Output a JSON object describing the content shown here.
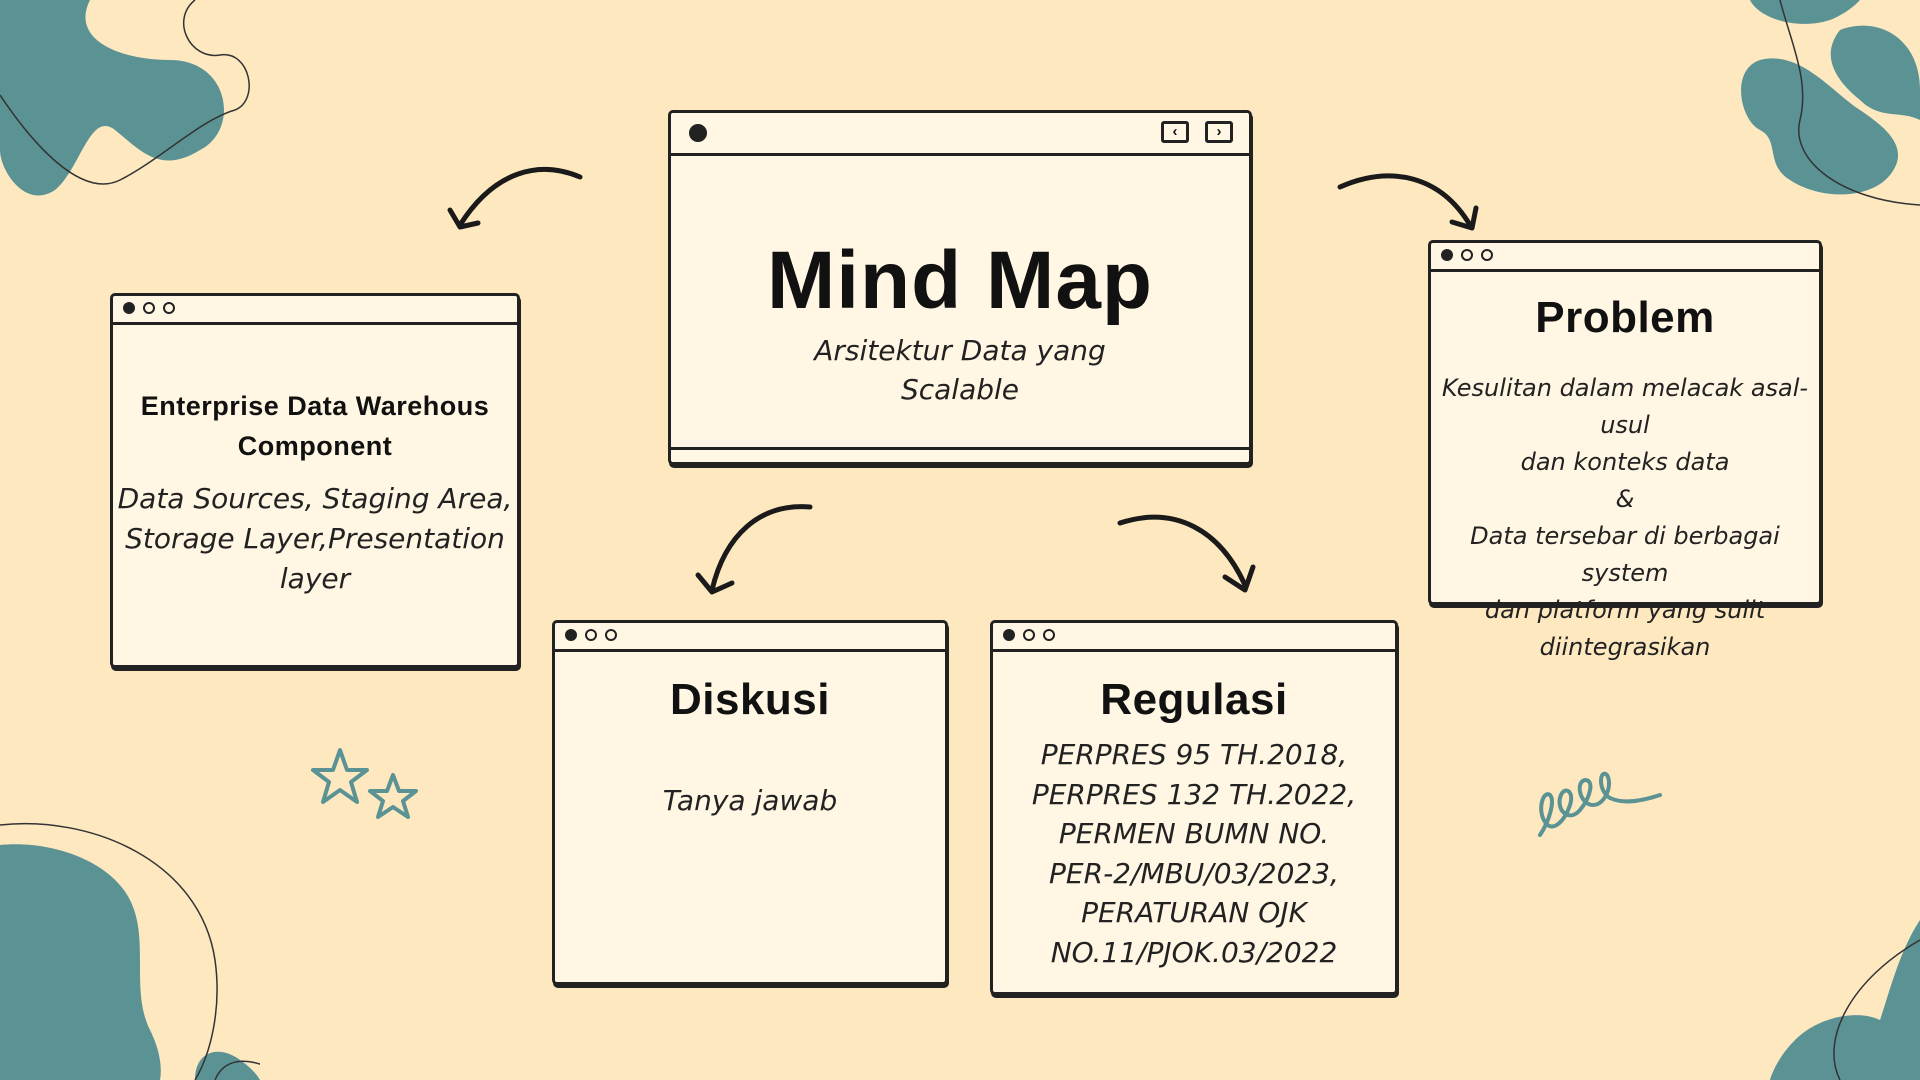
{
  "main": {
    "title": "Mind Map",
    "subtitle": "Arsitektur Data yang\nScalable",
    "nav_prev_icon": "‹",
    "nav_next_icon": "›"
  },
  "nodes": {
    "enterprise": {
      "title": "Enterprise Data Warehous\nComponent",
      "body": "Data Sources, Staging Area,\nStorage Layer,Presentation\nlayer"
    },
    "problem": {
      "title": "Problem",
      "body": "Kesulitan dalam melacak asal-usul\ndan konteks data\n&\nData tersebar di berbagai system\ndan platform yang sulit\ndiintegrasikan"
    },
    "diskusi": {
      "title": "Diskusi",
      "body": "Tanya jawab"
    },
    "regulasi": {
      "title": "Regulasi",
      "body": "PERPRES 95 TH.2018,\nPERPRES 132 TH.2022,\nPERMEN BUMN NO.\nPER-2/MBU/03/2023,\nPERATURAN OJK\nNO.11/PJOK.03/2022"
    }
  },
  "colors": {
    "background": "#fde8c0",
    "accent": "#5b9294",
    "window": "#fff6e3",
    "ink": "#222222"
  },
  "icons": [
    "window-dot-icon",
    "arrow-icon",
    "star-icon",
    "squiggle-icon",
    "blob-icon",
    "chevron-left-icon",
    "chevron-right-icon"
  ]
}
